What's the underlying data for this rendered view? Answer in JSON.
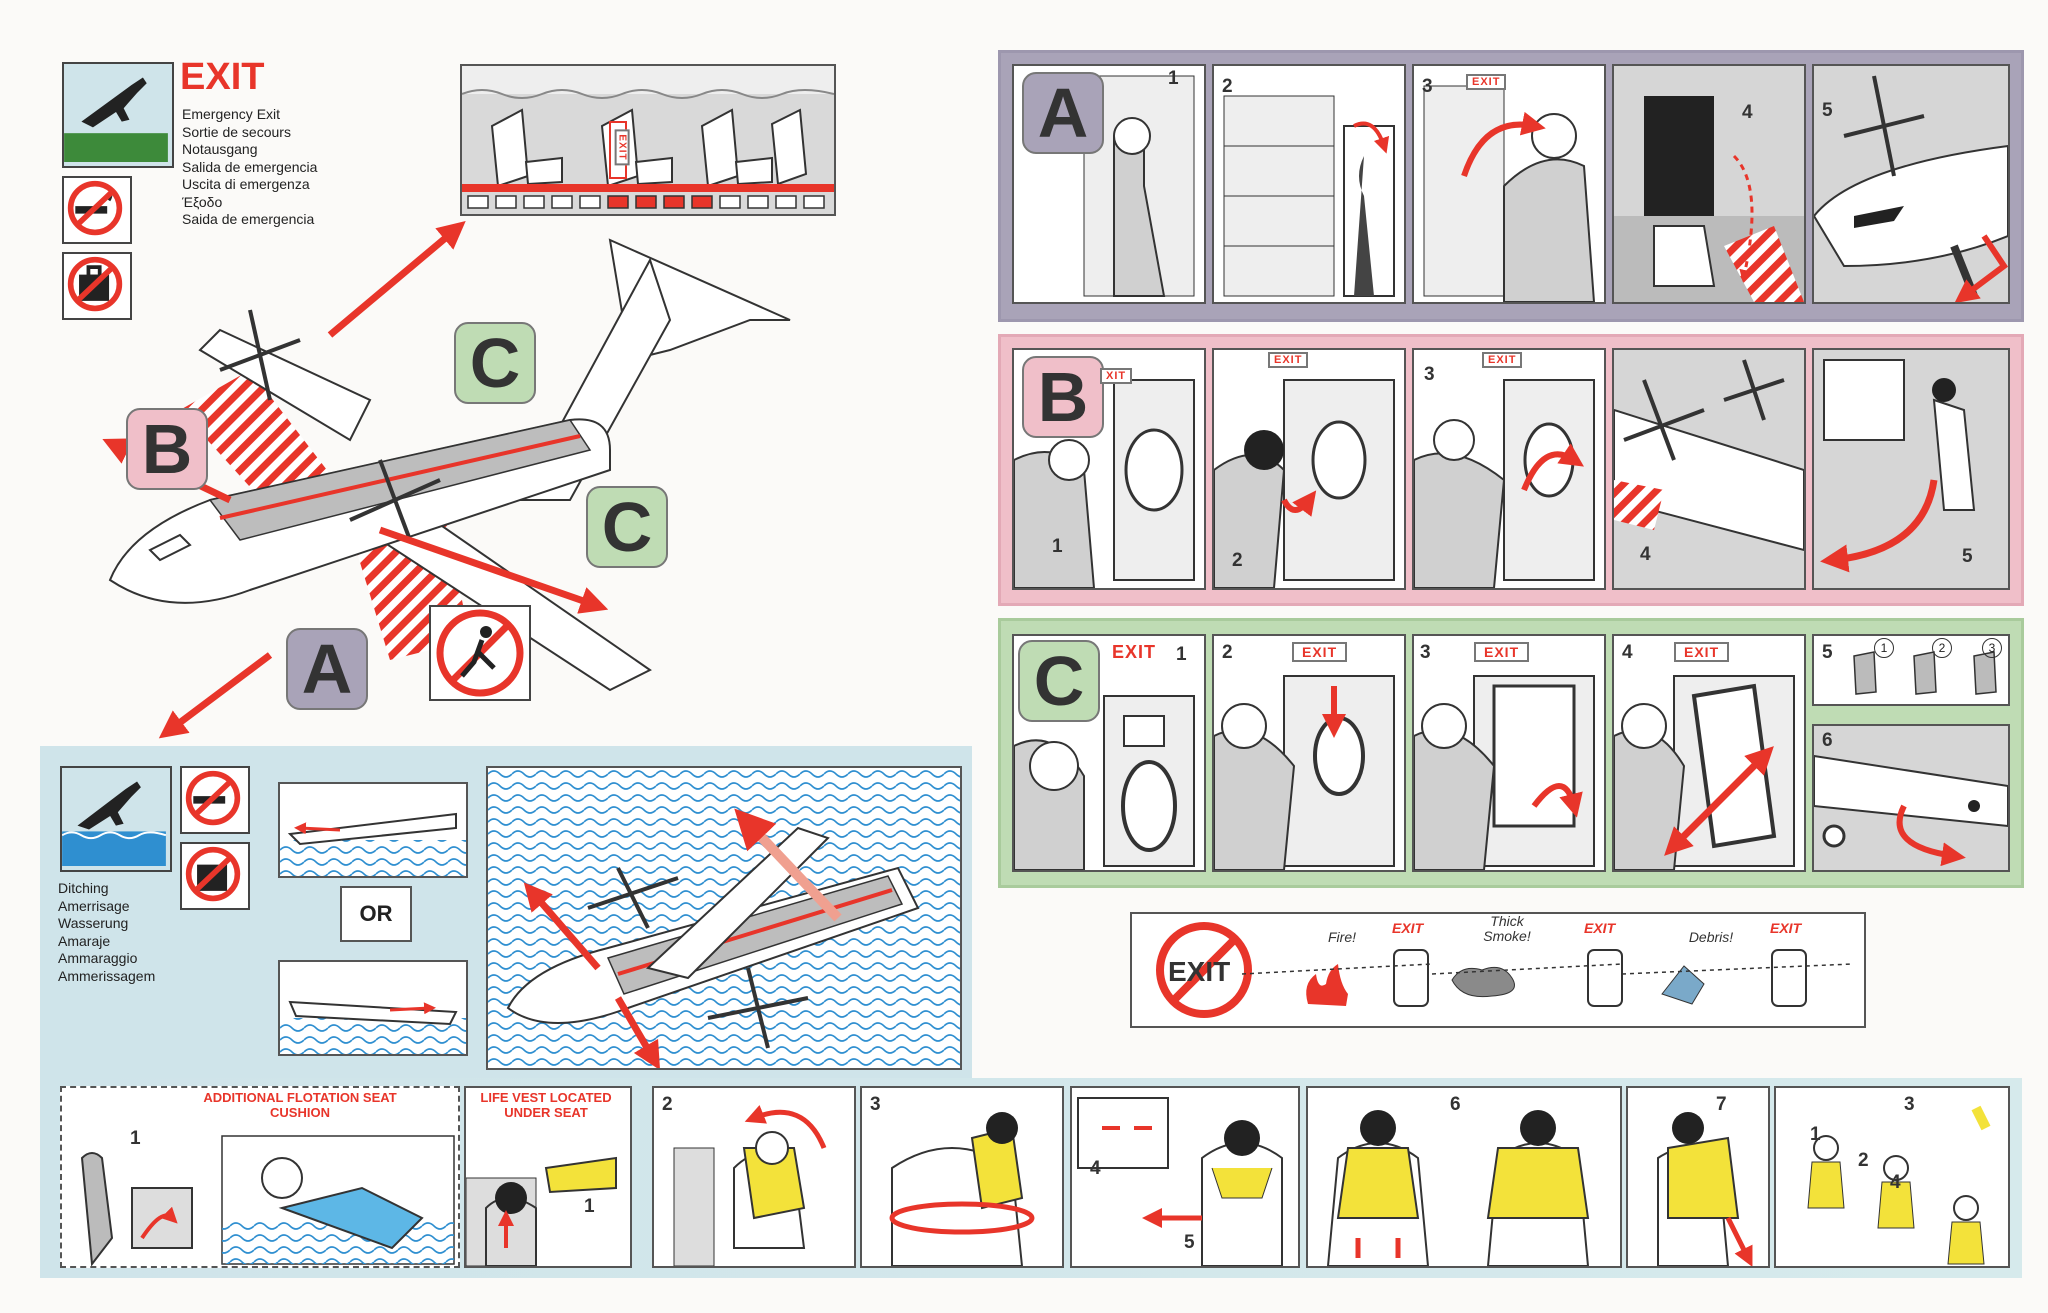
{
  "exit_header": {
    "title": "EXIT",
    "languages": [
      "Emergency Exit",
      "Sortie de secours",
      "Notausgang",
      "Salida de emergencia",
      "Uscita di emergenza",
      "Έξοδο",
      "Saida de emergencia"
    ]
  },
  "overview": {
    "exit_labels": {
      "a": "A",
      "b": "B",
      "c_top": "C",
      "c_right": "C"
    },
    "cabin_exit_sign": "EXIT"
  },
  "sequence_a": {
    "label": "A",
    "steps": [
      "1",
      "2",
      "3",
      "4",
      "5"
    ],
    "exit_sign": "EXIT"
  },
  "sequence_b": {
    "label": "B",
    "steps": [
      "1",
      "2",
      "3",
      "4",
      "5"
    ],
    "exit_signs": [
      "XIT",
      "EXIT",
      "EXIT"
    ]
  },
  "sequence_c": {
    "label": "C",
    "steps": [
      "1",
      "2",
      "3",
      "4",
      "5",
      "6"
    ],
    "exit_signs": [
      "EXIT",
      "EXIT",
      "EXIT",
      "EXIT"
    ],
    "seat_numbers": [
      "1",
      "2",
      "3"
    ]
  },
  "hazards": {
    "no_exit": "EXIT",
    "items": [
      {
        "word": "Fire!",
        "exit": "EXIT"
      },
      {
        "word": "Thick Smoke!",
        "exit": "EXIT"
      },
      {
        "word": "Debris!",
        "exit": "EXIT"
      }
    ]
  },
  "ditching": {
    "languages": [
      "Ditching",
      "Amerrisage",
      "Wasserung",
      "Amaraje",
      "Ammaraggio",
      "Ammerissagem"
    ],
    "or_label": "OR"
  },
  "flotation": {
    "seat_cushion_caption": "ADDITIONAL FLOTATION SEAT CUSHION",
    "seat_cushion_step": "1",
    "life_vest_caption": "LIFE VEST LOCATED UNDER SEAT",
    "life_vest_step": "1",
    "steps": [
      "2",
      "3",
      "4",
      "5",
      "6",
      "7"
    ],
    "child_steps": [
      "1",
      "2",
      "3",
      "4"
    ]
  },
  "colors": {
    "accent_red": "#e8352a",
    "a_purple": "#a9a3b8",
    "b_pink": "#f0bfc9",
    "c_green": "#bfdcb4",
    "ditch_blue": "#cfe4ea",
    "vest_yellow": "#f3e23a"
  }
}
